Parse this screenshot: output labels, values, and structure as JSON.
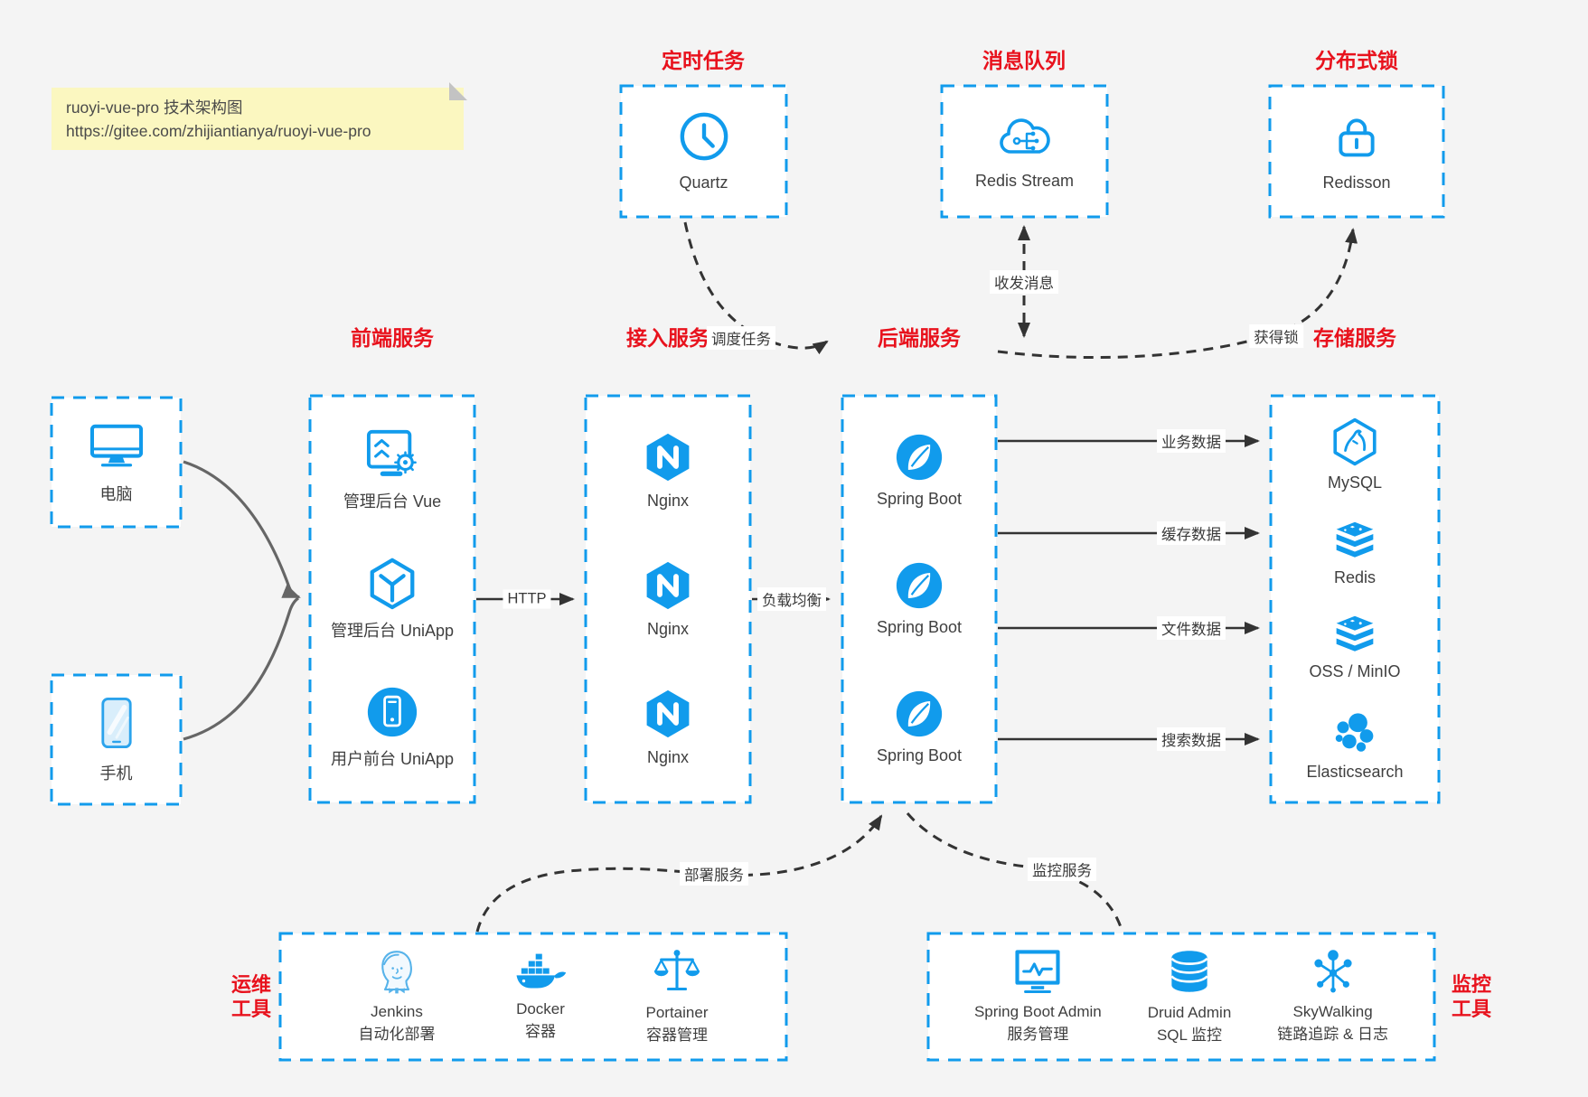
{
  "colors": {
    "blue": "#119bec",
    "red": "#e8121d",
    "ink": "#333333",
    "text": "#3f3f3f",
    "bg": "#f4f4f4",
    "boxbg": "#ffffff",
    "notebg": "#fbf7c0",
    "grayline": "#666666"
  },
  "note": {
    "title": "ruoyi-vue-pro 技术架构图",
    "url": "https://gitee.com/zhijiantianya/ruoyi-vue-pro"
  },
  "clients": {
    "pc": {
      "label": "电脑",
      "icon": "desktop-icon"
    },
    "mobile": {
      "label": "手机",
      "icon": "smartphone-icon"
    }
  },
  "groups": {
    "scheduler": {
      "title": "定时任务",
      "label": "Quartz",
      "icon": "clock-icon"
    },
    "mq": {
      "title": "消息队列",
      "label": "Redis Stream",
      "icon": "cloud-queue-icon"
    },
    "lock": {
      "title": "分布式锁",
      "label": "Redisson",
      "icon": "padlock-icon"
    },
    "frontend": {
      "title": "前端服务",
      "items": [
        "管理后台 Vue",
        "管理后台 UniApp",
        "用户前台 UniApp"
      ],
      "icons": [
        "admin-screen-gear-icon",
        "uniapp-cube-icon",
        "user-app-circle-icon"
      ]
    },
    "gateway": {
      "title": "接入服务",
      "items": [
        "Nginx",
        "Nginx",
        "Nginx"
      ],
      "icons": [
        "nginx-hexagon-icon",
        "nginx-hexagon-icon",
        "nginx-hexagon-icon"
      ]
    },
    "backend": {
      "title": "后端服务",
      "items": [
        "Spring Boot",
        "Spring Boot",
        "Spring Boot"
      ],
      "icons": [
        "spring-boot-leaf-icon",
        "spring-boot-leaf-icon",
        "spring-boot-leaf-icon"
      ]
    },
    "storage": {
      "title": "存储服务",
      "items": [
        "MySQL",
        "Redis",
        "OSS / MinIO",
        "Elasticsearch"
      ],
      "icons": [
        "mysql-hexagon-dolphin-icon",
        "redis-stack-icon",
        "storage-stack-icon",
        "elasticsearch-cluster-icon"
      ]
    },
    "ops": {
      "title_lines": [
        "运维",
        "工具"
      ],
      "items": [
        {
          "name": "Jenkins",
          "desc": "自动化部署"
        },
        {
          "name": "Docker",
          "desc": "容器"
        },
        {
          "name": "Portainer",
          "desc": "容器管理"
        }
      ],
      "icons": [
        "jenkins-icon",
        "docker-whale-icon",
        "portainer-scales-icon"
      ]
    },
    "monitor": {
      "title_lines": [
        "监控",
        "工具"
      ],
      "items": [
        {
          "name": "Spring Boot Admin",
          "desc": "服务管理"
        },
        {
          "name": "Druid Admin",
          "desc": "SQL 监控"
        },
        {
          "name": "SkyWalking",
          "desc": "链路追踪 & 日志"
        }
      ],
      "icons": [
        "spring-boot-admin-monitor-icon",
        "druid-database-icon",
        "skywalking-topology-icon"
      ]
    }
  },
  "edges": {
    "http": "HTTP",
    "load_balance": "负载均衡",
    "biz_data": "业务数据",
    "cache_data": "缓存数据",
    "file_data": "文件数据",
    "search_data": "搜索数据",
    "schedule": "调度任务",
    "messaging": "收发消息",
    "acquire_lock": "获得锁",
    "deploy": "部署服务",
    "monitoring": "监控服务"
  }
}
